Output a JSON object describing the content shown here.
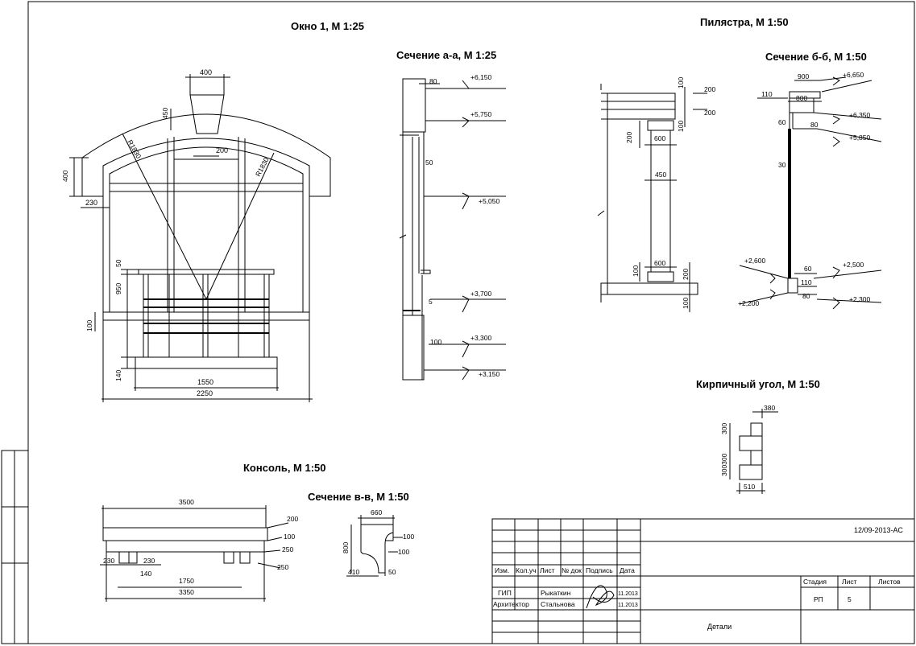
{
  "titles": {
    "okno": "Окно 1, М 1:25",
    "sec_aa": "Сечение а-а, М 1:25",
    "pilastra": "Пилястра, М 1:50",
    "sec_bb": "Сечение б-б, М 1:50",
    "brick": "Кирпичный угол, М 1:50",
    "konsol": "Консоль, М 1:50",
    "sec_vv": "Сечение в-в, М 1:50"
  },
  "okno_dims": {
    "d400top": "400",
    "d450": "450",
    "d200": "200",
    "r1": "R1830",
    "r2": "R1830",
    "d400l": "400",
    "d230": "230",
    "d50": "50",
    "d950": "950",
    "d100": "100",
    "d140": "140",
    "d1550": "1550",
    "d2250": "2250"
  },
  "aa_dims": {
    "d80": "80",
    "d50": "50",
    "d5": "5",
    "d100": "100",
    "e6150": "+6,150",
    "e5750": "+5,750",
    "e5050": "+5,050",
    "e3700": "+3,700",
    "e3300": "+3,300",
    "e3150": "+3,150"
  },
  "pil_dims": {
    "d100a": "100",
    "d100b": "100",
    "d200r1": "200",
    "d200r2": "200",
    "d200l": "200",
    "d600a": "600",
    "d450": "450",
    "d600b": "600",
    "d100c": "100",
    "d200c": "200",
    "d100d": "100"
  },
  "bb_dims": {
    "d900": "900",
    "d800": "800",
    "d110a": "110",
    "d60a": "60",
    "d80a": "80",
    "d30": "30",
    "d60b": "60",
    "d110b": "110",
    "d80b": "80",
    "e6650": "+6,650",
    "e6350": "+6,350",
    "e5850": "+5,850",
    "e2600": "+2,600",
    "e2500": "+2,500",
    "e2200": "+2,200",
    "e2300": "+2,300"
  },
  "brick_dims": {
    "d380": "380",
    "d300a": "300",
    "d300b": "300300",
    "d510": "510"
  },
  "kon_dims": {
    "d3500": "3500",
    "d200": "200",
    "d100": "100",
    "d250a": "250",
    "d250b": "250",
    "d230a": "230",
    "d230b": "230",
    "d140": "140",
    "d1750": "1750",
    "d3350": "3350"
  },
  "vv_dims": {
    "d660": "660",
    "d800": "800",
    "d100a": "100",
    "d100b": "100",
    "d410": "410",
    "d50": "50"
  },
  "stamp": {
    "code": "12/09-2013-АС",
    "cols": [
      "Изм.",
      "Кол.уч",
      "Лист",
      "№ док",
      "Подпись",
      "Дата"
    ],
    "role1": "ГИП",
    "name1": "Рыкаткин",
    "date1": "11.2013",
    "role2": "Архитектор",
    "name2": "Стальнова",
    "date2": "11.2013",
    "stage_h": "Стадия",
    "sheet_h": "Лист",
    "sheets_h": "Листов",
    "stage": "РП",
    "sheet": "5",
    "title": "Детали"
  }
}
